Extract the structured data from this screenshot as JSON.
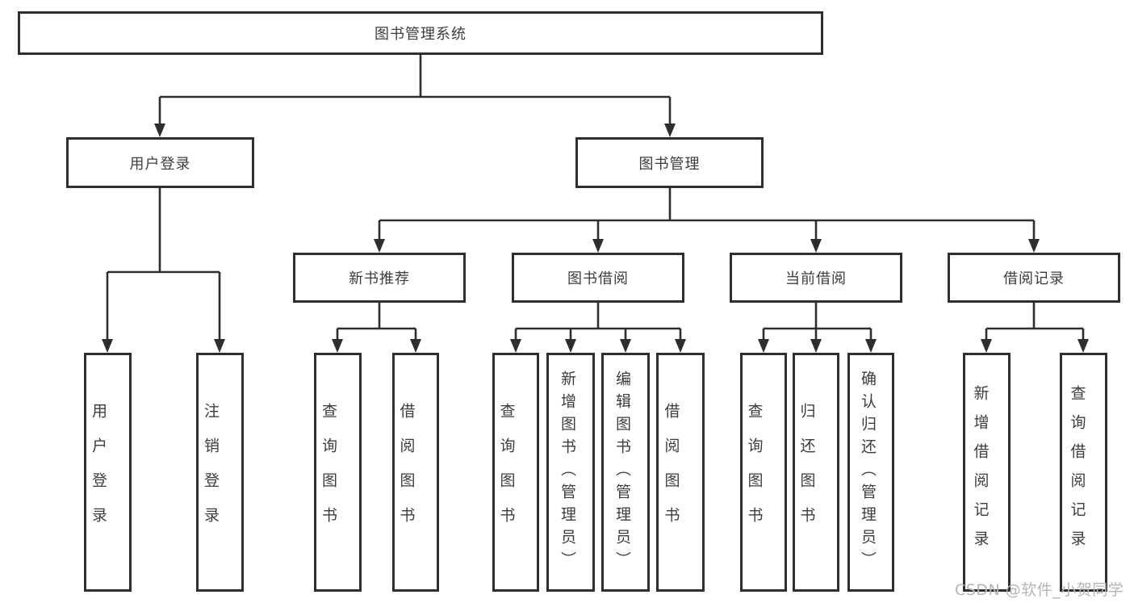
{
  "diagram": {
    "root": "图书管理系统",
    "branches": [
      {
        "label": "用户登录",
        "children": [
          "用户登录",
          "注销登录"
        ]
      },
      {
        "label": "图书管理",
        "sections": [
          {
            "label": "新书推荐",
            "children": [
              "查询图书",
              "借阅图书"
            ]
          },
          {
            "label": "图书借阅",
            "children": [
              "查询图书",
              "新增图书（管理员）",
              "编辑图书（管理员）",
              "借阅图书"
            ]
          },
          {
            "label": "当前借阅",
            "children": [
              "查询图书",
              "归还图书",
              "确认归还（管理员）"
            ]
          },
          {
            "label": "借阅记录",
            "children": [
              "新增借阅记录",
              "查询借阅记录"
            ]
          }
        ]
      }
    ]
  },
  "watermark": "CSDN @软件_小贺同学",
  "colors": {
    "line": "#2e2e2e",
    "box_border": "#2e2e2e",
    "text": "#3d3d3d",
    "background": "#ffffff",
    "watermark": "#b5b5b5"
  }
}
